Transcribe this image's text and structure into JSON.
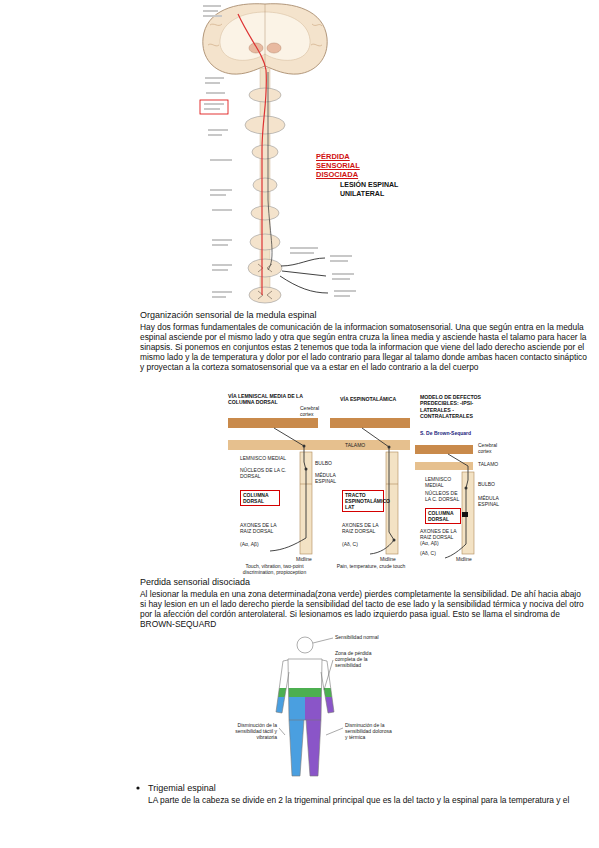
{
  "diagram": {
    "nodes": [
      {
        "text": [
          "COLUMNA DORSAL"
        ]
      },
      {
        "text": [
          "TRACTO ESPINOTALÁMICO LAT"
        ]
      },
      {
        "text": [
          "COLUMNA DORSAL"
        ]
      }
    ],
    "labels": [
      "PÉRDIDA SENSORIAL DISOCIADA",
      "LESIÓN ESPINAL UNILATERAL",
      "Organización sensorial de la medula espinal",
      "Hay dos formas fundamentales de comunicación de la informacion somatosensorial. Una que según entra en la medula espinal asciende por el mismo lado y otra que según entra cruza la linea media y asciende hasta el talamo para hacer la sinapsis. Si ponemos en conjuntos estas 2 tenemos que toda la informacion que viene del lado derecho asciende por el mismo lado y la de temperatura y dolor por el lado contrario para llegar al talamo donde ambas hacen contacto sináptico y proyectan a la corteza somatosensorial que va a estar en el lado contrario a la del cuerpo",
      "VÍA LEMNISCAL MEDIA DE LA COLUMNA DORSAL",
      "Cerebral cortex",
      "VÍA ESPINOTALÁMICA",
      "TALAMO",
      "LEMNISCO MEDIAL",
      "BULBO",
      "NÚCLEOS DE LA C. DORSAL",
      "MÉDULA ESPINAL",
      "AXONES DE LA RAIZ DORSAL",
      "(Aα, Aβ)",
      "Midline",
      "Touch, vibration, two-point discrimination, propioception",
      "AXONES DE LA RAIZ DORSAL",
      "(Aδ, C)",
      "Midline",
      "Pain, temperature, crude touch",
      "MODELO DE DEFECTOS PREDECIBLES: -IPSI-LATERALES -CONTRALATERALES",
      "S. De Brown-Sequard",
      "Cerebral cortex",
      "TALAMO",
      "LEMNISCO MEDIAL",
      "BULBO",
      "NÚCLEOS DE LA C. DORSAL",
      "MÉDULA ESPINAL",
      "AXONES DE LA RAIZ DORSAL (Aα, Aβ)",
      "(Aδ, C)",
      "Midline",
      "Perdida sensorial disociada",
      "Al lesionar la medula en una zona determinada(zona verde) pierdes completamente la sensibilidad. De ahí hacia abajo si hay lesion en un el lado derecho pierde la sensibilidad del tacto de ese lado y la sensibilidad térmica y nociva del otro por la afección del cordón anterolateral. Si lesionamos es lado izquierdo pasa igual. Esto se llama el sindroma de BROWN-SEQUARD",
      "Sensibilidad normal",
      "Zona de pérdida completa de la sensibilidad",
      "Disminución de la sensibilidad táctil y vibratoria",
      "Disminución de la sensibilidad dolorosa y térmica",
      "Trigemial espinal",
      "LA parte de la cabeza se divide en 2 la trigeminal principal que es la del tacto y la espinal para la temperatura y el"
    ]
  }
}
